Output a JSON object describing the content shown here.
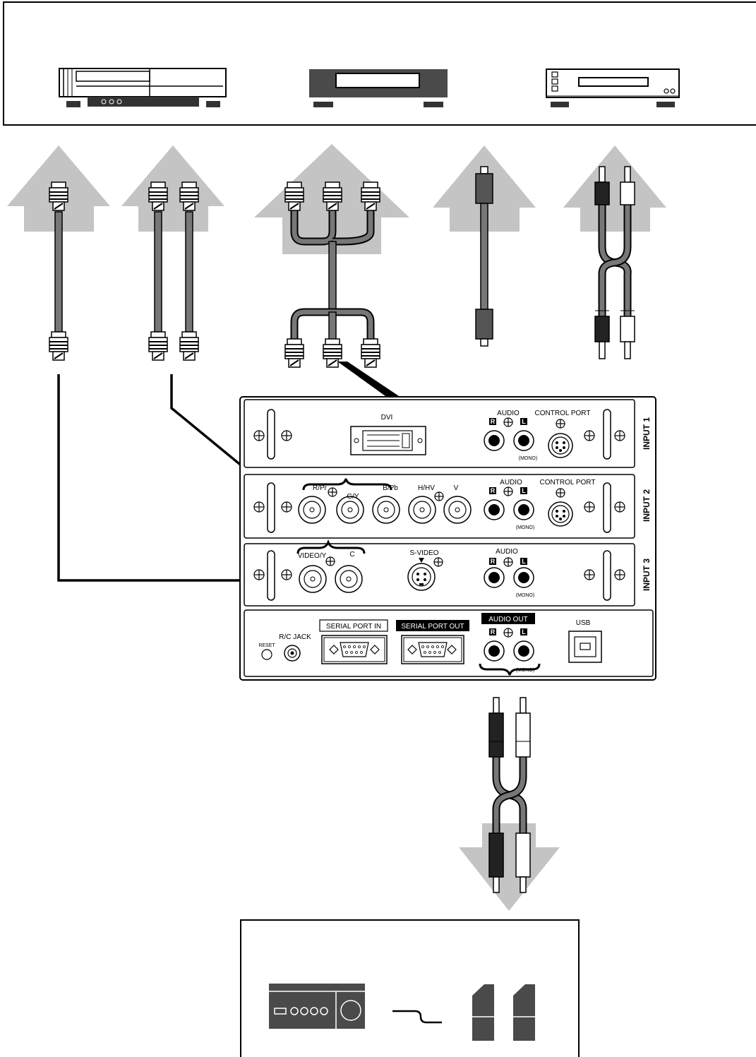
{
  "panel": {
    "input1": {
      "name": "INPUT 1",
      "dvi": "DVI",
      "audio": "AUDIO",
      "control_port": "CONTROL PORT",
      "r": "R",
      "l": "L",
      "mono": "(MONO)"
    },
    "input2": {
      "name": "INPUT 2",
      "rpr": "R/Pr",
      "gy": "G/Y",
      "bpb": "B/Pb",
      "hhv": "H/HV",
      "v": "V",
      "audio": "AUDIO",
      "control_port": "CONTROL PORT",
      "r": "R",
      "l": "L",
      "mono": "(MONO)"
    },
    "input3": {
      "name": "INPUT 3",
      "video_y": "VIDEO/Y",
      "c": "C",
      "s_video": "S-VIDEO",
      "audio": "AUDIO",
      "r": "R",
      "l": "L",
      "mono": "(MONO)"
    },
    "bottom": {
      "reset": "RESET",
      "rc_jack": "R/C JACK",
      "serial_in": "SERIAL PORT IN",
      "serial_out": "SERIAL PORT OUT",
      "audio_out": "AUDIO OUT",
      "r": "R",
      "l": "L",
      "mono": "(MONO)",
      "usb": "USB"
    }
  },
  "colors": {
    "arrow": "#c4c4c4",
    "device": "#4a4a4a",
    "cable": "#6a6a6a",
    "line": "#000000"
  },
  "icons": [
    "vcr-icon",
    "video-deck-icon",
    "dvd-player-icon",
    "amplifier-icon",
    "speakers-icon",
    "bnc-connector-icon",
    "rca-connector-icon",
    "s-video-connector-icon"
  ]
}
